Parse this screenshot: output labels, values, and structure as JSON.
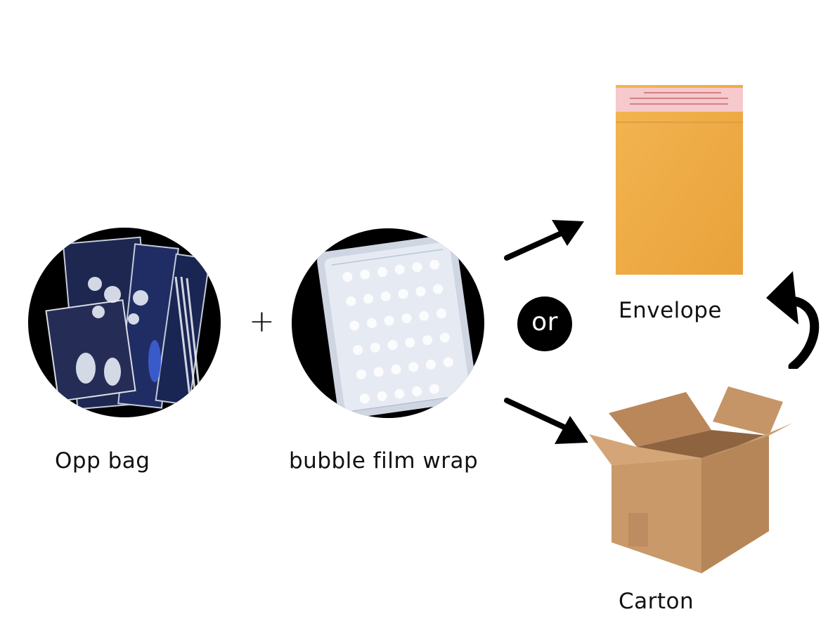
{
  "items": {
    "opp_bag": {
      "label": "Opp bag"
    },
    "bubble_film_wrap": {
      "label": "bubble film wrap"
    },
    "envelope": {
      "label": "Envelope"
    },
    "carton": {
      "label": "Carton"
    }
  },
  "connectors": {
    "plus": "+",
    "or": "or"
  },
  "colors": {
    "background": "#ffffff",
    "circle": "#000000",
    "envelope": "#f0b04a",
    "envelope_strip": "#f6c9cc",
    "carton": "#c99a6b",
    "arrow": "#000000"
  },
  "icons": {
    "arrow_up": "arrow-icon",
    "arrow_down": "arrow-icon",
    "curved_arrow": "curved-arrow-icon"
  }
}
